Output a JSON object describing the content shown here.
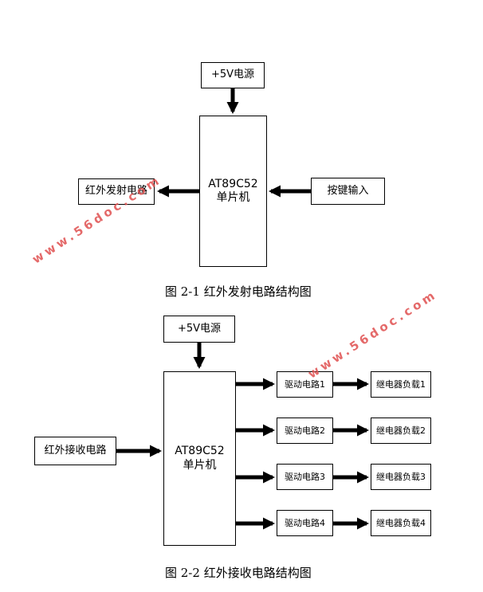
{
  "diagram1": {
    "power": "+5V电源",
    "mcu_line1": "AT89C52",
    "mcu_line2": "单片机",
    "transmit": "红外发射电路",
    "keys": "按键输入",
    "caption": "图 2-1 红外发射电路结构图"
  },
  "diagram2": {
    "power": "+5V电源",
    "mcu_line1": "AT89C52",
    "mcu_line2": "单片机",
    "receive": "红外接收电路",
    "drivers": [
      "驱动电路1",
      "驱动电路2",
      "驱动电路3",
      "驱动电路4"
    ],
    "loads": [
      "继电器负载1",
      "继电器负载2",
      "继电器负载3",
      "继电器负载4"
    ],
    "caption": "图 2-2 红外接收电路结构图"
  },
  "watermark": "www.56doc.com"
}
